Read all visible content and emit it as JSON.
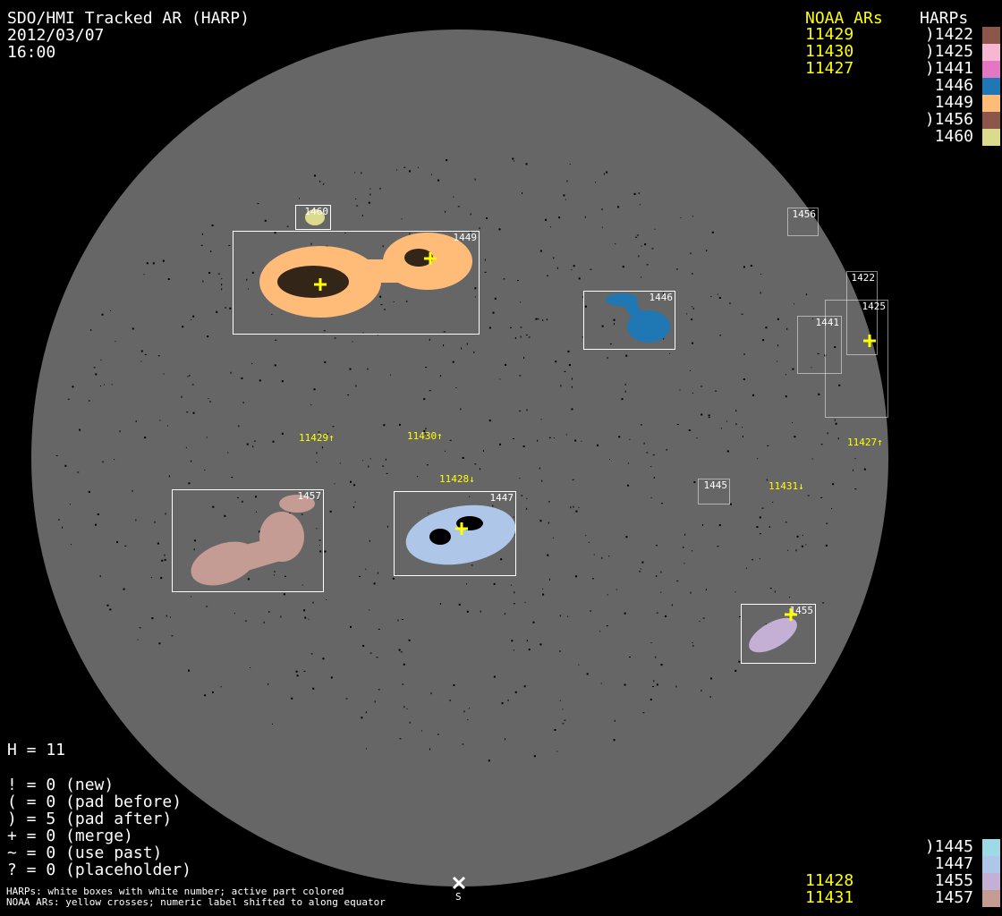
{
  "header": {
    "title": "SDO/HMI Tracked AR (HARP)",
    "date": "2012/03/07",
    "time": "16:00"
  },
  "legend_top": {
    "noaa_header": "NOAA ARs",
    "harps_header": "HARPs",
    "noaa": [
      "11429",
      "11430",
      "11427"
    ],
    "harps": [
      {
        "label": ")1422",
        "color": "#8c564b"
      },
      {
        "label": ")1425",
        "color": "#f7b6d2"
      },
      {
        "label": ")1441",
        "color": "#e377c2"
      },
      {
        "label": "1446",
        "color": "#1f77b4"
      },
      {
        "label": "1449",
        "color": "#ffbb78"
      },
      {
        "label": ")1456",
        "color": "#8c564b"
      },
      {
        "label": "1460",
        "color": "#dbdb8d"
      }
    ]
  },
  "legend_bottom": {
    "noaa": [
      "11428",
      "11431"
    ],
    "harps": [
      {
        "label": ")1445",
        "color": "#9edae5"
      },
      {
        "label": "1447",
        "color": "#aec7e8"
      },
      {
        "label": "1455",
        "color": "#c5b0d5"
      },
      {
        "label": "1457",
        "color": "#c49c94"
      }
    ]
  },
  "stats": {
    "h": "H = 11",
    "lines": [
      "! = 0 (new)",
      "( = 0 (pad before)",
      ") = 5 (pad after)",
      "+ = 0 (merge)",
      "~ = 0 (use past)",
      "? = 0 (placeholder)"
    ]
  },
  "footer": {
    "line1": "HARPs: white boxes with white number; active part colored",
    "line2": "NOAA ARs: yellow crosses; numeric label shifted to along equator",
    "south_label": "S"
  },
  "disk": {
    "boxes": [
      {
        "id": "1460",
        "dotted": false
      },
      {
        "id": "1449",
        "dotted": false
      },
      {
        "id": "1446",
        "dotted": false
      },
      {
        "id": "1456",
        "dotted": true
      },
      {
        "id": "1422",
        "dotted": true
      },
      {
        "id": "1425",
        "dotted": true
      },
      {
        "id": "1441",
        "dotted": true
      },
      {
        "id": "1445",
        "dotted": true
      },
      {
        "id": "1457",
        "dotted": false
      },
      {
        "id": "1447",
        "dotted": false
      },
      {
        "id": "1455",
        "dotted": false
      }
    ],
    "noaa_labels": [
      "11429↑",
      "11430↑",
      "11428↓",
      "11431↓",
      "11427↑"
    ]
  }
}
